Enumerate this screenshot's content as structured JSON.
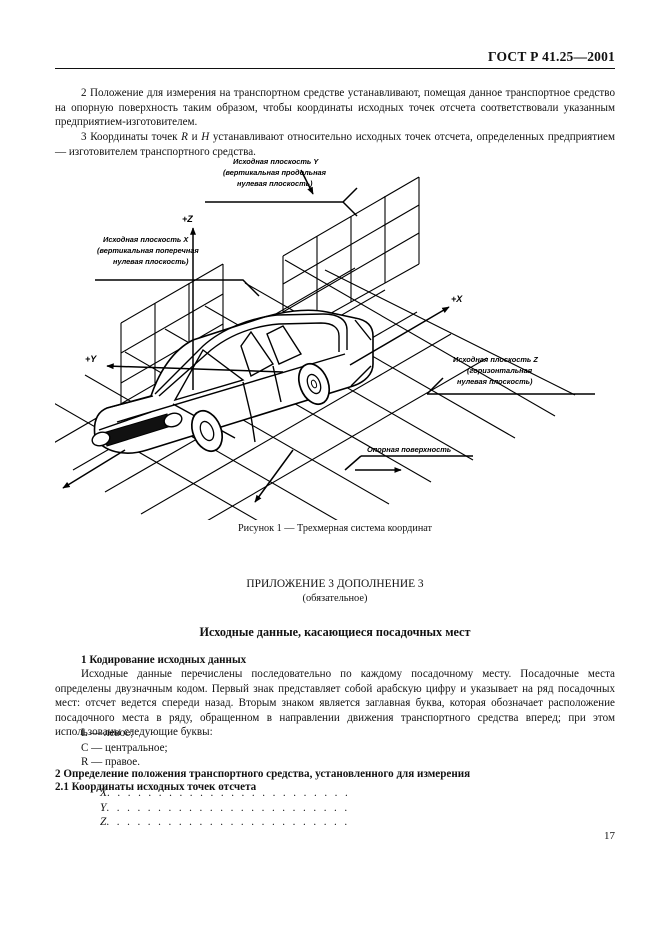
{
  "header": {
    "standard_title": "ГОСТ Р 41.25—2001"
  },
  "paragraphs": {
    "p2": "2  Положение для измерения на транспортном средстве устанавливают, помещая данное транспортное средство на опорную поверхность таким образом, чтобы координаты исходных точек отсчета соответствовали указанным предприятием-изготовителем.",
    "p3_before": "3  Координаты точек ",
    "p3_r": "R",
    "p3_mid": " и ",
    "p3_h": "H",
    "p3_after": " устанавливают относительно исходных точек отсчета, определенных предприятием — изготовителем транспортного средства."
  },
  "figure": {
    "caption": "Рисунок 1 — Трехмерная система координат",
    "labels": {
      "plane_y_line1": "Исходная плоскость Y",
      "plane_y_line2": "(вертикальная продольная",
      "plane_y_line3": "нулевая плоскость)",
      "plane_x_line1": "Исходная плоскость X",
      "plane_x_line2": "(вертикальная поперечная",
      "plane_x_line3": "нулевая плоскость)",
      "plane_z_line1": "Исходная плоскость Z",
      "plane_z_line2": "(горизонтальная",
      "plane_z_line3": "нулевая плоскость)",
      "support_surface": "Опорная поверхность",
      "axis_x": "+X",
      "axis_y": "+Y",
      "axis_z": "+Z"
    }
  },
  "appendix": {
    "title": "ПРИЛОЖЕНИЕ 3 ДОПОЛНЕНИЕ 3",
    "subtitle": "(обязательное)",
    "section_title": "Исходные данные, касающиеся посадочных мест"
  },
  "section1": {
    "heading": "1  Кодирование исходных данных",
    "body": "Исходные данные перечислены последовательно по каждому посадочному месту. Посадочные места определены двузначным кодом. Первый знак представляет собой арабскую цифру и указывает на ряд посадочных мест: отсчет ведется спереди назад. Вторым знаком является заглавная буква, которая обозначает расположение посадочного места в ряду, обращенном в направлении движения транспортного средства вперед; при этом использованы следующие буквы:",
    "letters": [
      "L — левое;",
      "C — центральное;",
      "R — правое."
    ]
  },
  "section2": {
    "heading": "2  Определение положения транспортного средства, установленного для измерения",
    "sub_heading": "2.1  Координаты исходных точек отсчета",
    "coordinates": [
      {
        "letter": "X",
        "dots": ". . . . . . . . . . . . . . . . . . . . . . . ."
      },
      {
        "letter": "Y",
        "dots": ". . . . . . . . . . . . . . . . . . . . . . . ."
      },
      {
        "letter": "Z",
        "dots": ". . . . . . . . . . . . . . . . . . . . . . . ."
      }
    ]
  },
  "footer": {
    "page_number": "17"
  }
}
